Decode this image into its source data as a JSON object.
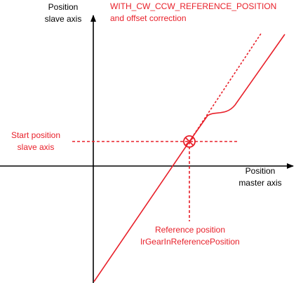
{
  "labels": {
    "y_axis": [
      "Position",
      "slave axis"
    ],
    "x_axis": [
      "Position",
      "master axis"
    ],
    "mode": [
      "WITH_CW_CCW_REFERENCE_POSITION",
      "and offset correction"
    ],
    "start_position": [
      "Start position",
      "slave axis"
    ],
    "reference_position": [
      "Reference position",
      "lrGearInReferencePosition"
    ]
  },
  "colors": {
    "axis": "#000000",
    "curve": "#e8202a",
    "text_red": "#e8202a",
    "text_black": "#000000"
  },
  "icons": {
    "reference_marker": "crossed-circle-marker"
  }
}
